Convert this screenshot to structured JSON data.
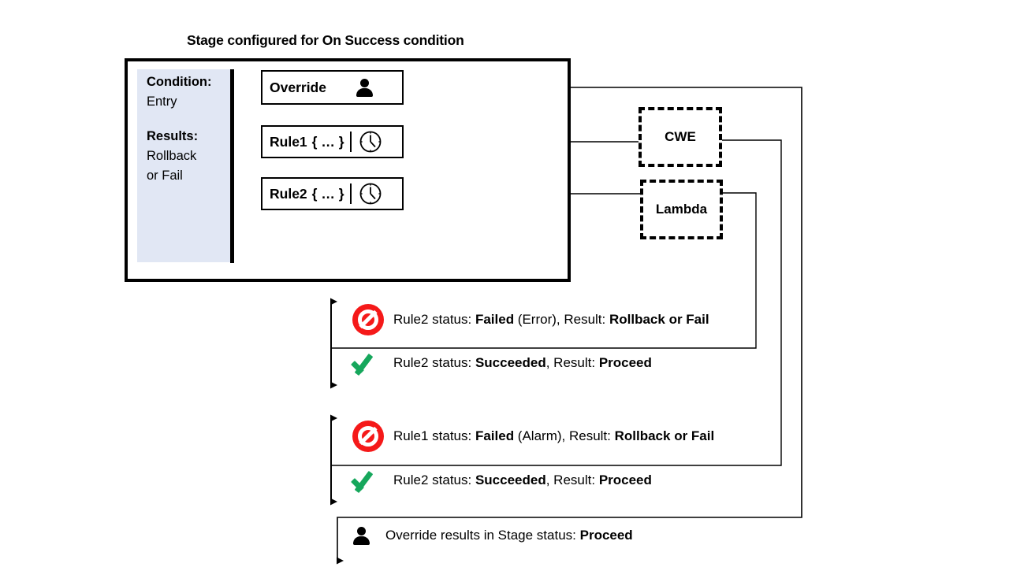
{
  "title": "Stage configured for On Success condition",
  "stage": {
    "condition": {
      "condition_label": "Condition:",
      "condition_value": "Entry",
      "results_label": "Results:",
      "results_value_line1": "Rollback",
      "results_value_line2": "or Fail"
    },
    "nodes": [
      {
        "id": "override",
        "label": "Override",
        "icon": "person-icon",
        "has_clock": false
      },
      {
        "id": "rule1",
        "label": "Rule1",
        "braces": "{ … }",
        "icon": "clock-icon",
        "has_clock": true
      },
      {
        "id": "rule2",
        "label": "Rule2",
        "braces": "{ … }",
        "icon": "clock-icon",
        "has_clock": true
      }
    ]
  },
  "services": [
    {
      "id": "cwe",
      "label": "CWE"
    },
    {
      "id": "lambda",
      "label": "Lambda"
    }
  ],
  "status_lines": [
    {
      "id": "rule2-failed",
      "icon": "stop-icon",
      "prefix": "Rule2 status: ",
      "status": "Failed",
      "detail": " (Error), Result: ",
      "result": "Rollback or Fail"
    },
    {
      "id": "rule2-succeeded-a",
      "icon": "check-icon",
      "prefix": "Rule2 status: ",
      "status": "Succeeded",
      "detail": ", Result: ",
      "result": "Proceed"
    },
    {
      "id": "rule1-failed",
      "icon": "stop-icon",
      "prefix": "Rule1 status: ",
      "status": "Failed",
      "detail": " (Alarm), Result: ",
      "result": "Rollback or Fail"
    },
    {
      "id": "rule2-succeeded-b",
      "icon": "check-icon",
      "prefix": "Rule2 status: ",
      "status": "Succeeded",
      "detail": ", Result: ",
      "result": "Proceed"
    },
    {
      "id": "override-proceed",
      "icon": "person-icon",
      "prefix": "Override results in Stage status: ",
      "status": "",
      "detail": "",
      "result": "Proceed"
    }
  ],
  "colors": {
    "panel_blue": "#E1E7F4",
    "stop_red": "#F51919",
    "check_green": "#16A75C",
    "line_black": "#000000"
  }
}
